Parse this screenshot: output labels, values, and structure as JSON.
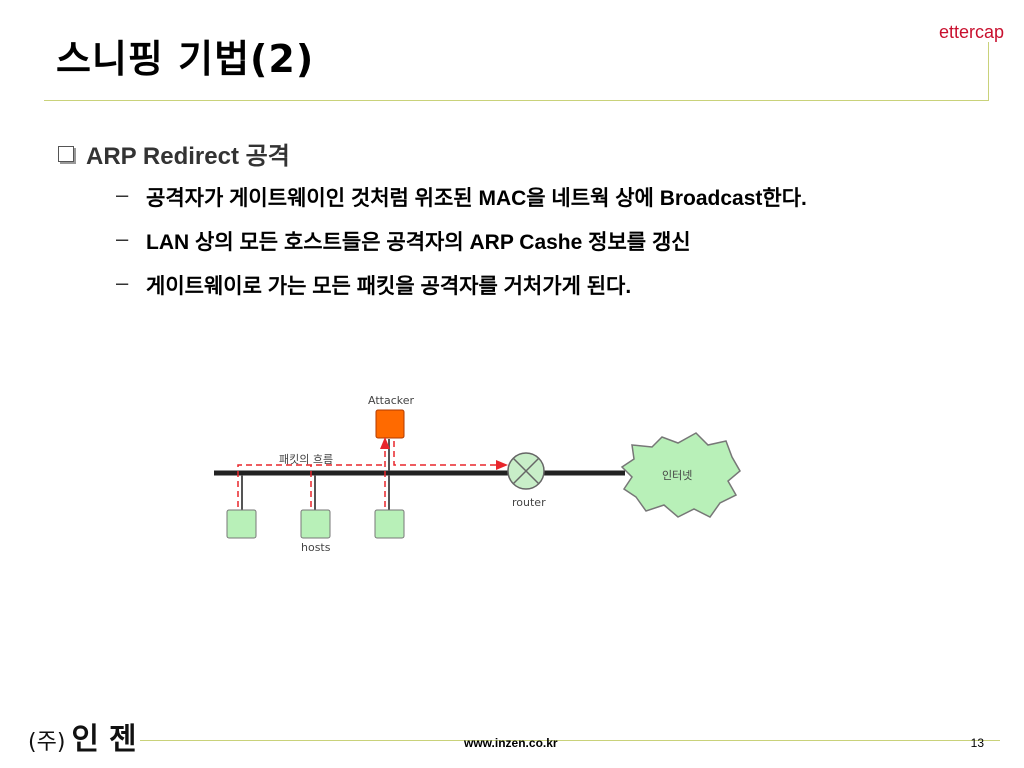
{
  "slide": {
    "title": "스니핑 기법(2)",
    "tag": "ettercap",
    "bullet": "ARP Redirect 공격",
    "subs": [
      "공격자가 게이트웨이인 것처럼 위조된 MAC을 네트웍 상에 Broadcast한다.",
      "LAN 상의 모든 호스트들은 공격자의 ARP Cashe 정보를 갱신",
      "게이트웨이로 가는 모든 패킷을 공격자를 거처가게 된다."
    ],
    "dash": "–"
  },
  "diagram": {
    "attacker_label": "Attacker",
    "flow_label": "패킷의 흐름",
    "router_label": "router",
    "internet_label": "인터넷",
    "hosts_label": "hosts",
    "colors": {
      "attacker": "#ff6a00",
      "host": "#b8f0b8",
      "internet": "#b8f0b8",
      "flow": "#e8262c",
      "line": "#222222"
    }
  },
  "footer": {
    "logo_paren": "(주)",
    "logo_name": "인젠",
    "url": "www.inzen.co.kr",
    "page": "13"
  }
}
